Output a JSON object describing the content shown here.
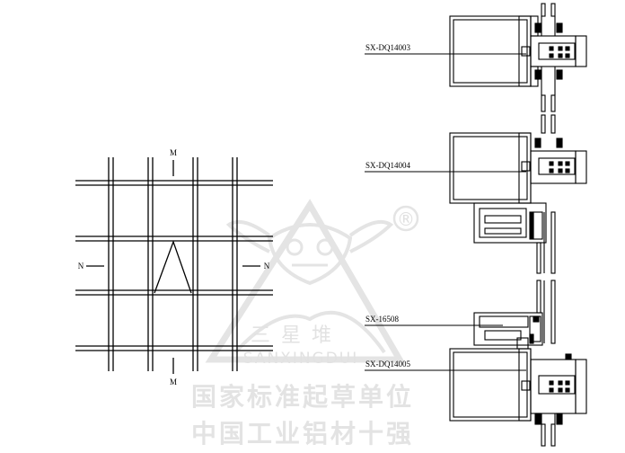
{
  "elevation": {
    "section_labels": {
      "top": "M",
      "bottom": "M",
      "left": "N",
      "right": "N"
    }
  },
  "profiles": [
    {
      "code": "SX-DQ14003"
    },
    {
      "code": "SX-DQ14004"
    },
    {
      "code": "SX-16508"
    },
    {
      "code": "SX-DQ14005"
    }
  ],
  "watermark": {
    "brand_cn": "三星堆",
    "brand_en": "SANXINGDUI",
    "registered_mark": "®",
    "slogan_line1": "国家标准起草单位",
    "slogan_line2": "中国工业铝材十强",
    "color": "#e3e3e3"
  },
  "colors": {
    "line": "#000000",
    "background": "#ffffff"
  }
}
